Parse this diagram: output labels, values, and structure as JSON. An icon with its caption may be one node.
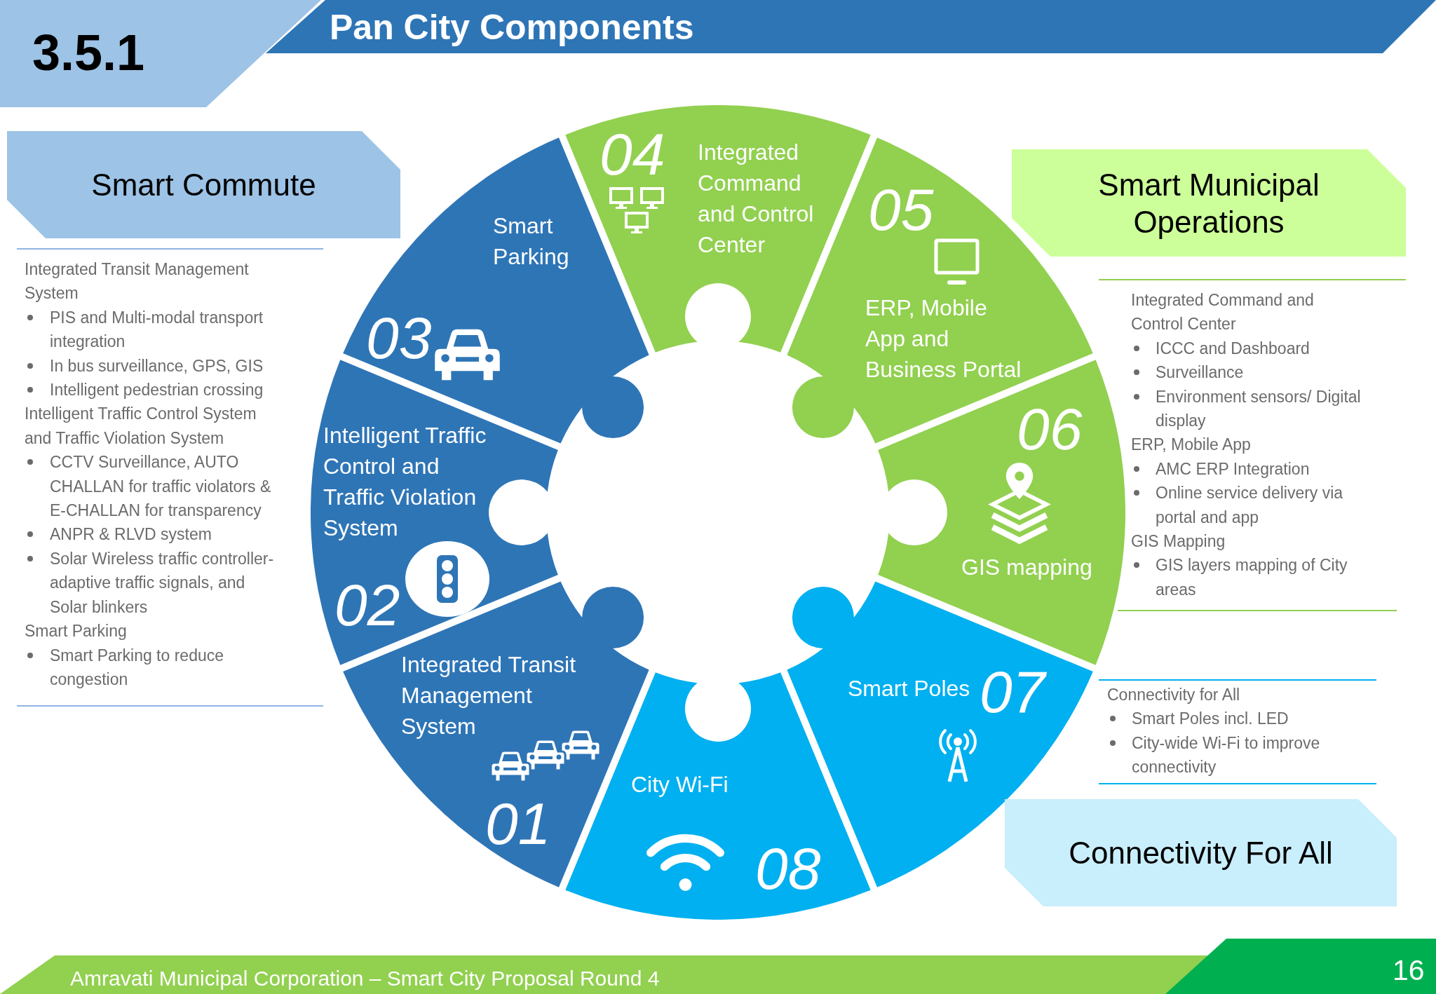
{
  "diagram": {
    "title": "Pan City Components",
    "nodes": [
      {
        "text": [
          "Smart Commute"
        ]
      },
      {
        "text": [
          "Integrated Transit Management System",
          "01"
        ]
      },
      {
        "text": [
          "Intelligent Traffic Control and Traffic Violation System",
          "02"
        ]
      },
      {
        "text": [
          "Smart Parking",
          "03"
        ]
      },
      {
        "text": [
          "04",
          "Integrated Command and Control Center"
        ]
      },
      {
        "text": [
          "05",
          "ERP, Mobile App and Business Portal"
        ]
      },
      {
        "text": [
          "06",
          "GIS mapping"
        ]
      },
      {
        "text": [
          "Smart Poles",
          "07"
        ]
      },
      {
        "text": [
          "City Wi-Fi",
          "08"
        ]
      },
      {
        "text": [
          "Smart Municipal Operations"
        ]
      },
      {
        "text": [
          "Connectivity For All"
        ]
      }
    ],
    "labels": [
      "3.5.1",
      "Integrated Transit Management System",
      "PIS and Multi-modal transport integration",
      "In bus surveillance, GPS, GIS",
      "Intelligent pedestrian crossing",
      "Intelligent Traffic Control System and Traffic Violation System",
      "CCTV Surveillance, AUTO CHALLAN for traffic violators & E-CHALLAN for transparency",
      "ANPR & RLVD system",
      "Solar Wireless traffic controller- adaptive traffic signals, and Solar blinkers",
      "Smart Parking",
      "Smart Parking to reduce congestion",
      "Integrated Command and Control Center",
      "ICCC and Dashboard",
      "Surveillance",
      "Environment sensors/ Digital display",
      "ERP, Mobile App",
      "AMC ERP Integration",
      "Online service delivery via portal and app",
      "GIS Mapping",
      "GIS layers mapping of City areas",
      "Connectivity for All",
      "Smart Poles incl. LED",
      "City-wide Wi-Fi to improve connectivity",
      "Amravati Municipal Corporation – Smart City Proposal Round 4",
      "16"
    ]
  }
}
